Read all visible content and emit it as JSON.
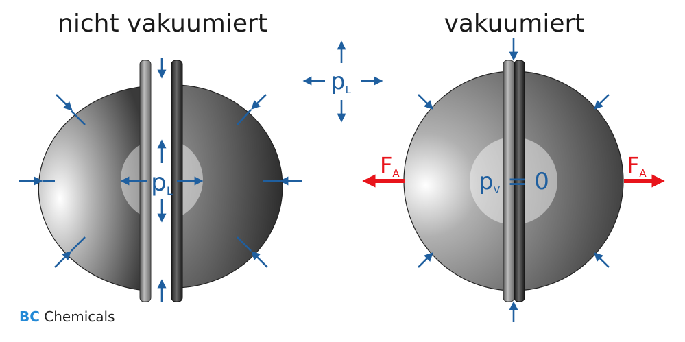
{
  "titles": {
    "left": "nicht vakuumiert",
    "right": "vakuumiert"
  },
  "labels": {
    "pressure_symbol": "p",
    "pressure_sub_air": "L",
    "vacuum_symbol": "p",
    "vacuum_sub": "V",
    "vacuum_eq": " = 0",
    "force_symbol": "F",
    "force_sub": "A"
  },
  "brand": {
    "bc": "BC",
    "name": "Chemicals"
  },
  "colors": {
    "arrow_blue": "#1f5f9f",
    "force_red": "#e8141b",
    "text_blue": "#1f5f9f",
    "brand_blue": "#2389d6"
  }
}
